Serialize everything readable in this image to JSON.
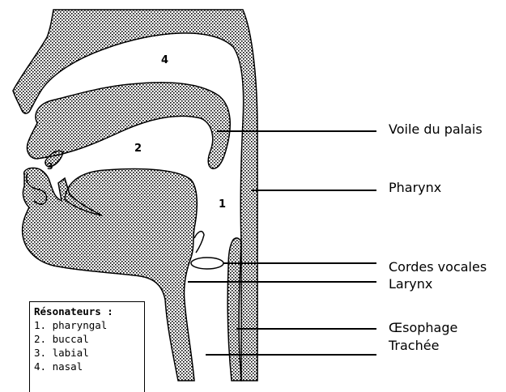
{
  "diagram": {
    "labels": {
      "voile": "Voile du palais",
      "pharynx": "Pharynx",
      "cordes": "Cordes vocales",
      "larynx": "Larynx",
      "oesophage": "Œsophage",
      "trachee": "Trachée"
    },
    "numbers": {
      "n1": "1",
      "n2": "2",
      "n3": "3",
      "n4": "4"
    },
    "legend": {
      "title": "Résonateurs :",
      "items": [
        "1. pharyngal",
        "2. buccal",
        "3. labial",
        "4. nasal"
      ]
    },
    "colors": {
      "ink": "#000000",
      "background": "#ffffff"
    }
  }
}
